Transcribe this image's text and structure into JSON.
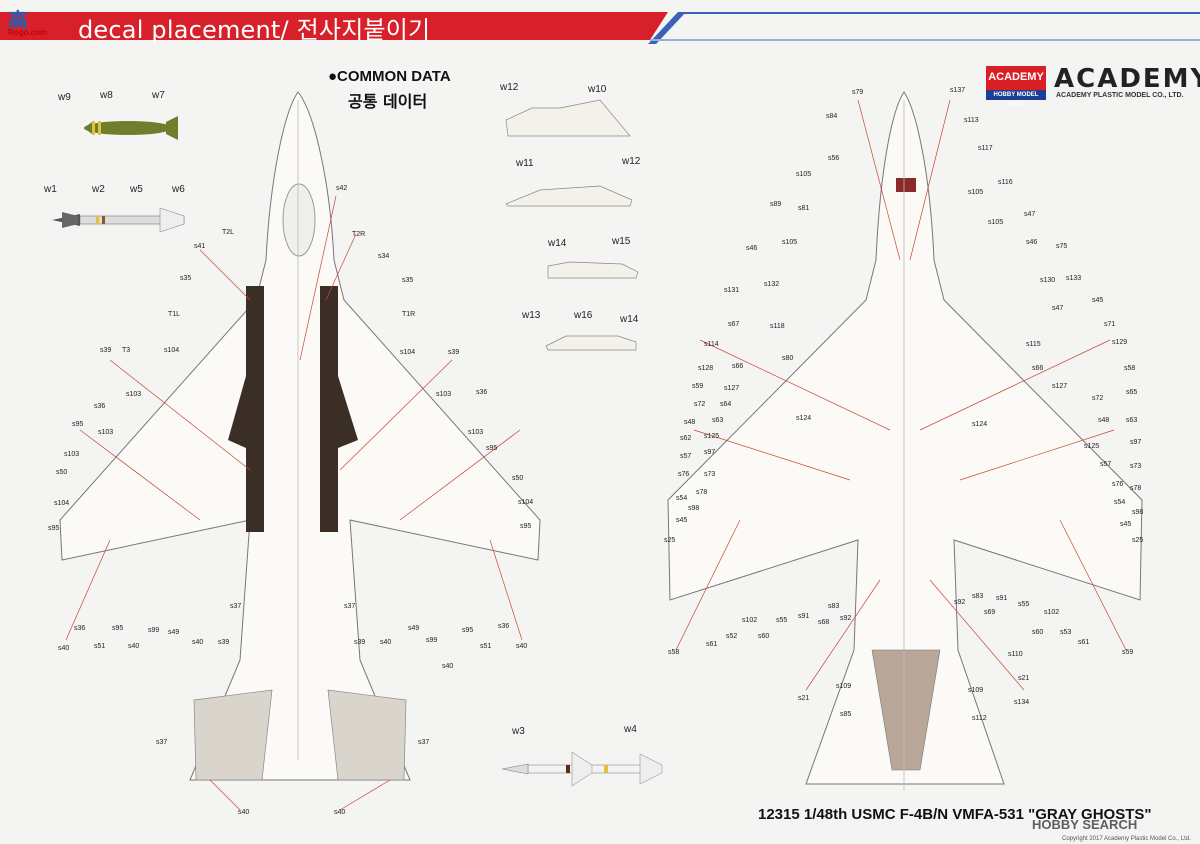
{
  "header": {
    "logo": "高",
    "logo_url": "Rogo.com",
    "title": "decal placement/ 전사지붙이기"
  },
  "common_data": {
    "title_en": "●COMMON DATA",
    "title_ko": "공통 데이터"
  },
  "brand": {
    "badge": "ACADEMY",
    "badge_sub": "HOBBY MODEL KITS",
    "wordmark": "ACADEMY",
    "wordmark_sub": "ACADEMY PLASTIC MODEL CO., LTD."
  },
  "footer": {
    "product": "12315 1/48th USMC F-4B/N VMFA-531 \"GRAY GHOSTS\"",
    "watermark": "HOBBY SEARCH",
    "copyright": "Copyright 2017 Academy Plastic Model Co., Ltd."
  },
  "colors": {
    "header_red": "#d8202a",
    "header_blue": "#3a62b8",
    "leader_red": "#c8483a",
    "walkway_dark": "#3a2e26",
    "bomb_olive": "#6f7d2c",
    "stripe_yellow": "#e3c23a"
  },
  "labels": {
    "weapons": [
      "w9",
      "w8",
      "w7",
      "w1",
      "w2",
      "w5",
      "w6",
      "w12",
      "w10",
      "w11",
      "w12",
      "w14",
      "w15",
      "w13",
      "w16",
      "w14",
      "w3",
      "w4"
    ],
    "top_view": [
      "s42",
      "T2L",
      "T2R",
      "s41",
      "s34",
      "s35",
      "s35",
      "T1L",
      "T1R",
      "s39",
      "T3",
      "s104",
      "s104",
      "s39",
      "s103",
      "s103",
      "s36",
      "s36",
      "s95",
      "s103",
      "s103",
      "s95",
      "s103",
      "s50",
      "s50",
      "s104",
      "s104",
      "s95",
      "s95",
      "s40",
      "s36",
      "s51",
      "s95",
      "s40",
      "s99",
      "s49",
      "s40",
      "s39",
      "s37",
      "s37",
      "s39",
      "s40",
      "s49",
      "s99",
      "s95",
      "s51",
      "s36",
      "s40",
      "s40",
      "s37",
      "s37",
      "s40",
      "s40"
    ],
    "bottom_view": [
      "s79",
      "s137",
      "s84",
      "s113",
      "s117",
      "s56",
      "s105",
      "s116",
      "s105",
      "s89",
      "s81",
      "s105",
      "s47",
      "s105",
      "s46",
      "s46",
      "s75",
      "s132",
      "s130",
      "s133",
      "s131",
      "s45",
      "s47",
      "s67",
      "s118",
      "s71",
      "s129",
      "s114",
      "s115",
      "s80",
      "s66",
      "s58",
      "s128",
      "s66",
      "s59",
      "s127",
      "s127",
      "s65",
      "s72",
      "s64",
      "s72",
      "s48",
      "s63",
      "s48",
      "s63",
      "s62",
      "s125",
      "s124",
      "s124",
      "s97",
      "s97",
      "s125",
      "s57",
      "s57",
      "s73",
      "s76",
      "s73",
      "s76",
      "s54",
      "s78",
      "s78",
      "s54",
      "s98",
      "s98",
      "s45",
      "s45",
      "s25",
      "s25",
      "s58",
      "s61",
      "s52",
      "s102",
      "s60",
      "s55",
      "s91",
      "s68",
      "s83",
      "s92",
      "s92",
      "s83",
      "s69",
      "s91",
      "s55",
      "s60",
      "s102",
      "s53",
      "s61",
      "s59",
      "s21",
      "s110",
      "s21",
      "s109",
      "s109",
      "s85",
      "s112",
      "s134"
    ]
  }
}
